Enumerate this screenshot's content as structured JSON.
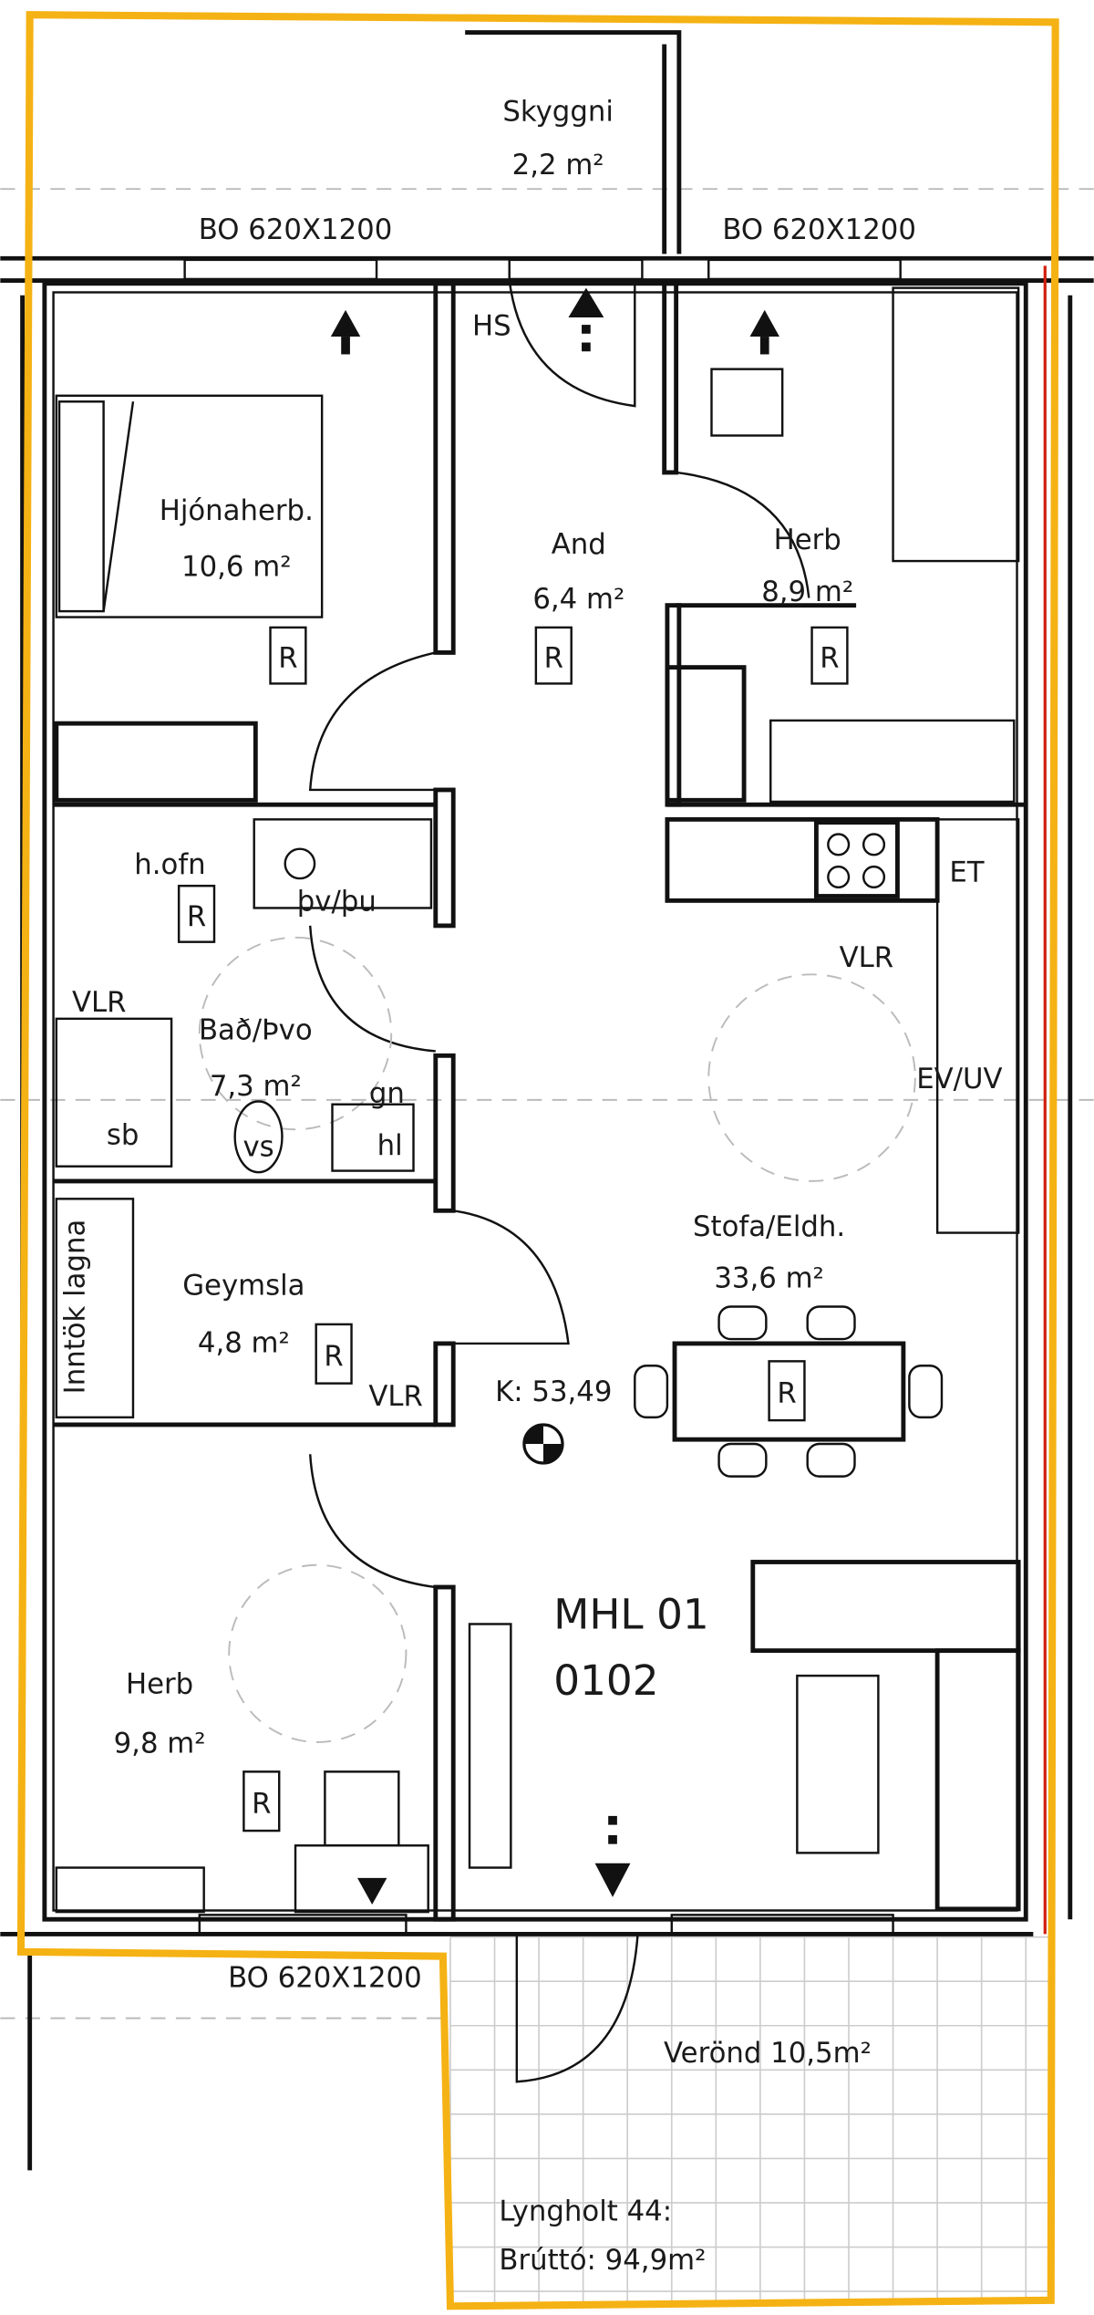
{
  "plan": {
    "unit_id": "MHL 01",
    "unit_number": "0102",
    "address": "Lyngholt 44:",
    "gross_area": "Brúttó: 94,9m²",
    "volume": "K: 53,49",
    "outline_color": "#F5B214",
    "windows": [
      "BO 620X1200",
      "BO 620X1200",
      "BO 620X1200"
    ],
    "rooms": [
      {
        "name": "Skyggni",
        "area": "2,2 m²"
      },
      {
        "name": "Hjónaherb.",
        "area": "10,6 m²"
      },
      {
        "name": "And",
        "area": "6,4 m²"
      },
      {
        "name": "Herb",
        "area": "8,9 m²"
      },
      {
        "name": "Bað/Þvo",
        "area": "7,3 m²"
      },
      {
        "name": "Geymsla",
        "area": "4,8 m²"
      },
      {
        "name": "Stofa/Eldh.",
        "area": "33,6 m²"
      },
      {
        "name": "Herb",
        "area": "9,8 m²"
      },
      {
        "name": "Verönd 10,5m²"
      }
    ],
    "fixtures": {
      "hs": "HS",
      "hofn": "h.ofn",
      "thvthu": "þv/þu",
      "et": "ET",
      "vlr": "VLR",
      "evuv": "EV/UV",
      "gn": "gn",
      "sb": "sb",
      "vs": "vs",
      "hl": "hl",
      "inntok": "Inntök lagna",
      "r": "R"
    }
  }
}
